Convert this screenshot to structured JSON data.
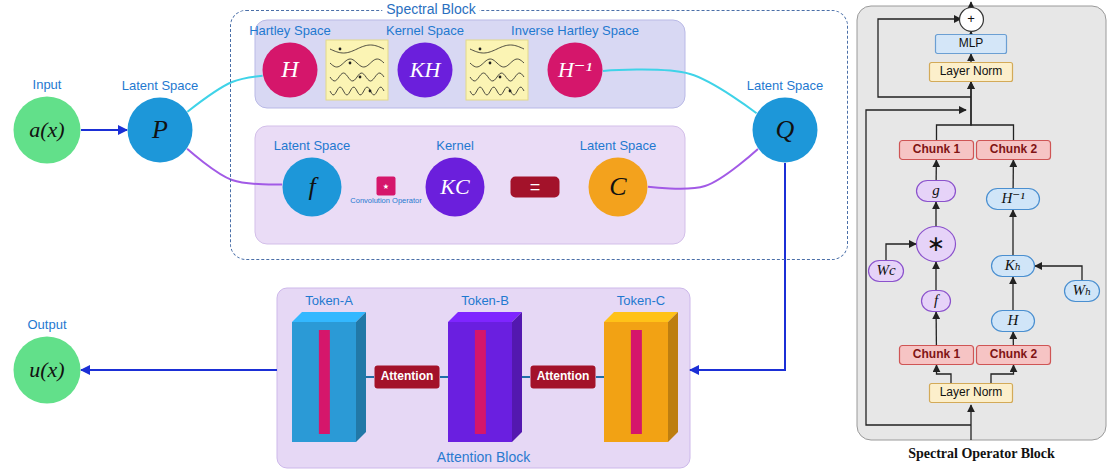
{
  "diagram": {
    "nodes": [
      {
        "text": [
          "Spectral Block"
        ]
      },
      {
        "text": [
          "Input",
          "a(x)"
        ]
      },
      {
        "text": [
          "Latent Space",
          "P"
        ]
      },
      {
        "text": [
          "Hartley Space",
          "H"
        ],
        "in": 0
      },
      {
        "text": [
          "Kernel Space",
          "KH"
        ],
        "in": 0
      },
      {
        "text": [
          "Inverse Hartley Space",
          "H⁻¹"
        ],
        "in": 0
      },
      {
        "text": [
          "Latent Space",
          "f"
        ],
        "in": 0
      },
      {
        "text": [
          "⋆",
          "Convolution Operator"
        ],
        "in": 0
      },
      {
        "text": [
          "Kernel",
          "KC"
        ],
        "in": 0
      },
      {
        "text": [
          "="
        ],
        "in": 0
      },
      {
        "text": [
          "Latent Space",
          "C"
        ],
        "in": 0
      },
      {
        "text": [
          "Latent Space",
          "Q"
        ]
      },
      {
        "text": [
          "Attention Block"
        ]
      },
      {
        "text": [
          "Token-A"
        ],
        "in": 12
      },
      {
        "text": [
          "Token-B"
        ],
        "in": 12
      },
      {
        "text": [
          "Token-C"
        ],
        "in": 12
      },
      {
        "text": [
          "Attention"
        ],
        "in": 12
      },
      {
        "text": [
          "Attention"
        ],
        "in": 12
      },
      {
        "text": [
          "Output",
          "u(x)"
        ]
      },
      {
        "text": [
          "Spectral Operator Block"
        ]
      },
      {
        "text": [
          "+"
        ],
        "in": 19
      },
      {
        "text": [
          "MLP"
        ],
        "in": 19
      },
      {
        "text": [
          "Layer Norm"
        ],
        "in": 19
      },
      {
        "text": [
          "Chunk 1"
        ],
        "in": 19
      },
      {
        "text": [
          "Chunk 2"
        ],
        "in": 19
      },
      {
        "text": [
          "g"
        ],
        "in": 19
      },
      {
        "text": [
          "H⁻¹"
        ],
        "in": 19
      },
      {
        "text": [
          "∗"
        ],
        "in": 19
      },
      {
        "text": [
          "Kₕ"
        ],
        "in": 19
      },
      {
        "text": [
          "Wc"
        ],
        "in": 19
      },
      {
        "text": [
          "f"
        ],
        "in": 19
      },
      {
        "text": [
          "H"
        ],
        "in": 19
      },
      {
        "text": [
          "Wₕ"
        ],
        "in": 19
      },
      {
        "text": [
          "Chunk 1"
        ],
        "in": 19
      },
      {
        "text": [
          "Chunk 2"
        ],
        "in": 19
      },
      {
        "text": [
          "Layer Norm"
        ],
        "in": 19
      }
    ],
    "edges": [
      {
        "from": 1,
        "to": 2,
        "arrow": "to"
      },
      {
        "from": 2,
        "to": 3,
        "arrow": "none"
      },
      {
        "from": 2,
        "to": 6,
        "arrow": "none"
      },
      {
        "from": 5,
        "to": 11,
        "arrow": "none"
      },
      {
        "from": 10,
        "to": 11,
        "arrow": "none"
      },
      {
        "from": 11,
        "to": 12,
        "arrow": "to"
      },
      {
        "from": 12,
        "to": 18,
        "arrow": "to"
      },
      {
        "from": 13,
        "to": 16,
        "arrow": "none"
      },
      {
        "from": 16,
        "to": 14,
        "arrow": "none"
      },
      {
        "from": 14,
        "to": 17,
        "arrow": "none"
      },
      {
        "from": 17,
        "to": 15,
        "arrow": "none"
      },
      {
        "from": 35,
        "to": 33,
        "arrow": "to"
      },
      {
        "from": 35,
        "to": 34,
        "arrow": "to"
      },
      {
        "from": 33,
        "to": 30,
        "arrow": "to"
      },
      {
        "from": 30,
        "to": 27,
        "arrow": "to"
      },
      {
        "from": 29,
        "to": 27,
        "arrow": "to"
      },
      {
        "from": 27,
        "to": 25,
        "arrow": "to"
      },
      {
        "from": 25,
        "to": 23,
        "arrow": "to"
      },
      {
        "from": 34,
        "to": 31,
        "arrow": "to"
      },
      {
        "from": 31,
        "to": 28,
        "arrow": "to"
      },
      {
        "from": 32,
        "to": 28,
        "arrow": "to"
      },
      {
        "from": 28,
        "to": 26,
        "arrow": "to"
      },
      {
        "from": 26,
        "to": 24,
        "arrow": "to"
      },
      {
        "from": 23,
        "to": 22,
        "arrow": "to"
      },
      {
        "from": 24,
        "to": 22,
        "arrow": "to"
      },
      {
        "from": 22,
        "to": 21,
        "arrow": "to"
      },
      {
        "from": 21,
        "to": 20,
        "arrow": "to"
      }
    ]
  }
}
